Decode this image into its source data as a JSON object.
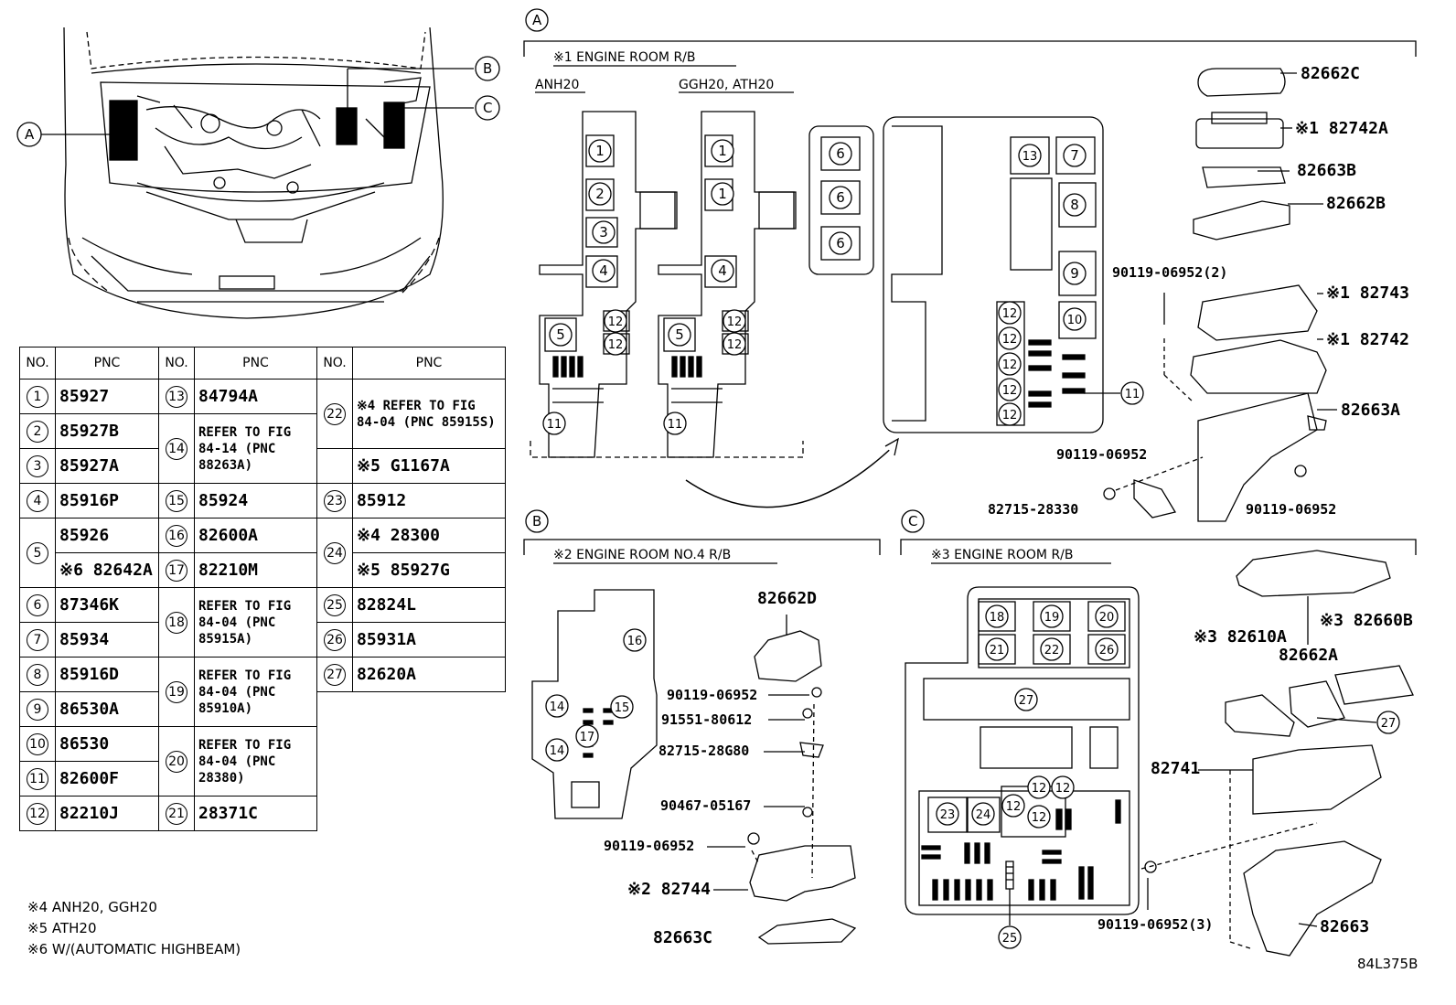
{
  "sections": {
    "A": {
      "label": "A",
      "title": "※1 ENGINE ROOM R/B",
      "variants": [
        "ANH20",
        "GGH20, ATH20"
      ]
    },
    "B": {
      "label": "B",
      "title": "※2 ENGINE ROOM NO.4 R/B"
    },
    "C": {
      "label": "C",
      "title": "※3 ENGINE ROOM R/B"
    }
  },
  "table": {
    "headers": {
      "no": "NO.",
      "pnc": "PNC"
    },
    "col1": [
      {
        "no": "1",
        "pnc": "85927"
      },
      {
        "no": "2",
        "pnc": "85927B"
      },
      {
        "no": "3",
        "pnc": "85927A"
      },
      {
        "no": "4",
        "pnc": "85916P"
      },
      {
        "no": "5",
        "pnc": "85926",
        "pnc2": "※6 82642A"
      },
      {
        "no": "6",
        "pnc": "87346K"
      },
      {
        "no": "7",
        "pnc": "85934"
      },
      {
        "no": "8",
        "pnc": "85916D"
      },
      {
        "no": "9",
        "pnc": "86530A"
      },
      {
        "no": "10",
        "pnc": "86530"
      },
      {
        "no": "11",
        "pnc": "82600F"
      },
      {
        "no": "12",
        "pnc": "82210J"
      }
    ],
    "col2": [
      {
        "no": "13",
        "pnc": "84794A"
      },
      {
        "no": "14",
        "pnc": "REFER TO FIG 84-14 (PNC 88263A)"
      },
      {
        "no": "15",
        "pnc": "85924"
      },
      {
        "no": "16",
        "pnc": "82600A"
      },
      {
        "no": "17",
        "pnc": "82210M"
      },
      {
        "no": "18",
        "pnc": "REFER TO FIG 84-04 (PNC 85915A)"
      },
      {
        "no": "19",
        "pnc": "REFER TO FIG 84-04 (PNC 85910A)"
      },
      {
        "no": "20",
        "pnc": "REFER TO FIG 84-04 (PNC 28380)"
      },
      {
        "no": "21",
        "pnc": "28371C"
      }
    ],
    "col3": [
      {
        "no": "22",
        "pnc": "※4 REFER TO FIG 84-04 (PNC 85915S)",
        "pnc2": "※5 G1167A"
      },
      {
        "no": "23",
        "pnc": "85912"
      },
      {
        "no": "24",
        "pnc": "※4 28300",
        "pnc2": "※5 85927G"
      },
      {
        "no": "25",
        "pnc": "82824L"
      },
      {
        "no": "26",
        "pnc": "85931A"
      },
      {
        "no": "27",
        "pnc": "82620A"
      }
    ]
  },
  "notes": [
    "※4 ANH20, GGH20",
    "※5 ATH20",
    "※6 W/(AUTOMATIC HIGHBEAM)"
  ],
  "callouts_A": [
    "82662C",
    "※1 82742A",
    "82663B",
    "82662B",
    "90119-06952(2)",
    "※1 82743",
    "※1 82742",
    "82663A",
    "90119-06952",
    "90119-06952",
    "82715-28330"
  ],
  "callouts_B": [
    "82662D",
    "90119-06952",
    "91551-80612",
    "82715-28G80",
    "90467-05167",
    "90119-06952",
    "※2 82744",
    "82663C"
  ],
  "callouts_C": [
    "※3 82660B",
    "※3 82610A",
    "82662A",
    "82741",
    "90119-06952(3)",
    "82663"
  ],
  "figure_id": "84L375B"
}
